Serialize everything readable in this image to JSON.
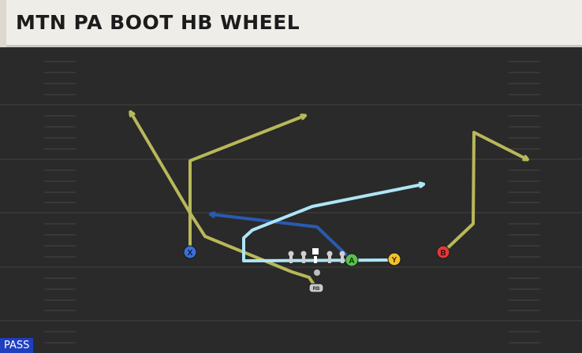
{
  "play": {
    "name": "MTN PA BOOT HB WHEEL"
  },
  "badge": {
    "label": "PASS"
  },
  "players": {
    "x": "X",
    "a": "A",
    "y": "Y",
    "b": "B",
    "rb": "RB"
  },
  "colors": {
    "field": "#2a2a2a",
    "route_yellow": "#b8b85a",
    "route_light_blue": "#aee6f5",
    "route_dark_blue": "#2a5ab0",
    "player_x": "#3a6fd8",
    "player_a": "#5cc04c",
    "player_y": "#f2c22c",
    "player_b": "#e03a3a",
    "player_rb": "#c8c8c8",
    "badge": "#1f3fbf"
  }
}
